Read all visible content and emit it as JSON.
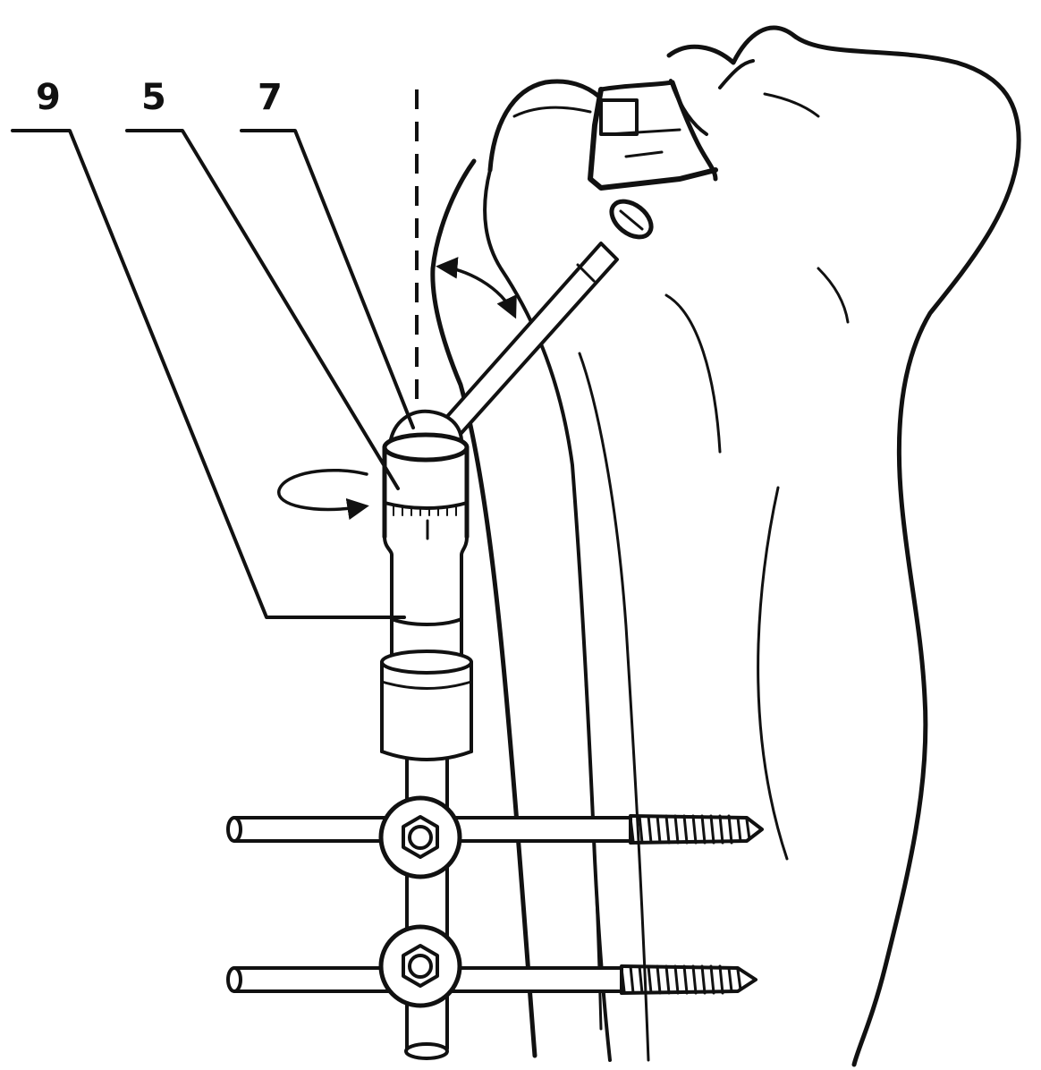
{
  "callouts": {
    "label_9": "9",
    "label_5": "5",
    "label_7": "7"
  },
  "colors": {
    "ink": "#111111",
    "background": "#ffffff"
  },
  "icons": {
    "rotation_arrow": "circular-arrow-icon",
    "angle_arrow": "double-headed-arc-arrow-icon"
  }
}
